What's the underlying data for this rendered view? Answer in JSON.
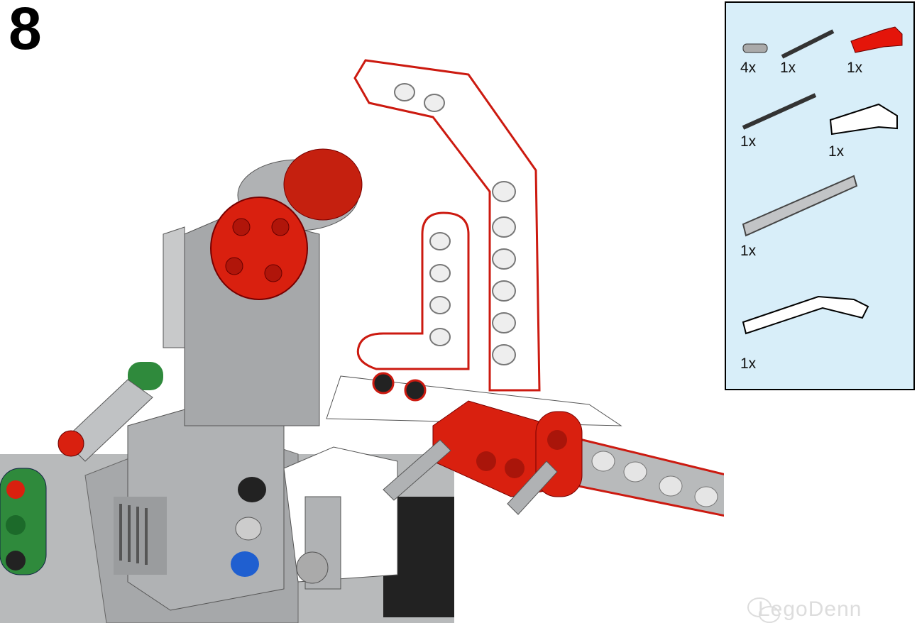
{
  "step": {
    "number": "8"
  },
  "parts_list": {
    "items": [
      {
        "part": "axle-pin-connector",
        "color": "gray",
        "quantity": "4x"
      },
      {
        "part": "short-axle",
        "color": "dark-gray",
        "quantity": "1x"
      },
      {
        "part": "l-beam-small",
        "color": "red",
        "quantity": "1x"
      },
      {
        "part": "long-axle",
        "color": "dark-gray",
        "quantity": "1x"
      },
      {
        "part": "l-beam",
        "color": "white",
        "quantity": "1x"
      },
      {
        "part": "straight-beam-11",
        "color": "light-gray",
        "quantity": "1x"
      },
      {
        "part": "angled-beam",
        "color": "white",
        "quantity": "1x"
      }
    ]
  },
  "watermark": {
    "text": "LegoDenn"
  },
  "colors": {
    "parts_bg": "#d8eef9",
    "red": "#d9200f",
    "gray": "#a7a9ab",
    "white": "#ffffff",
    "green": "#2f8a3c",
    "blue": "#1f5fd0"
  }
}
